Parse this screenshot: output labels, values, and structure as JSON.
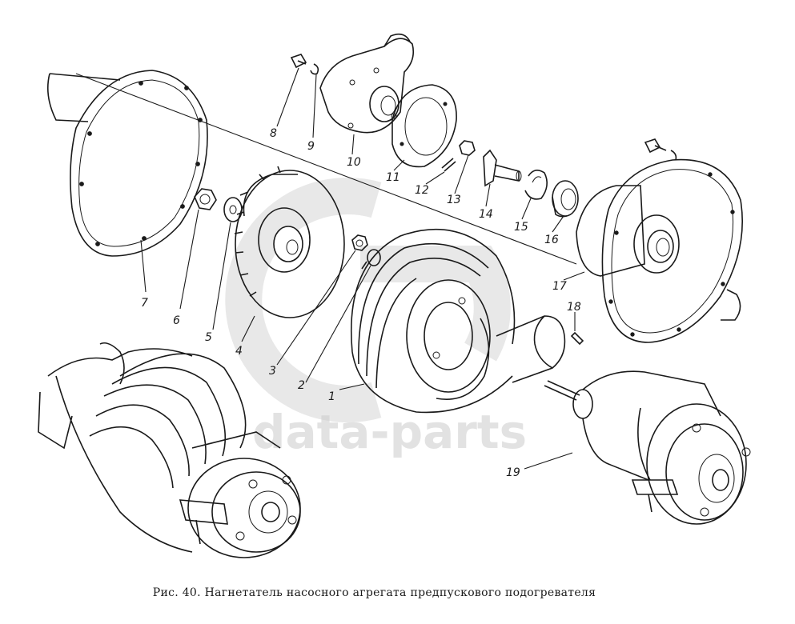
{
  "watermark": "data-parts",
  "callouts": [
    "1",
    "2",
    "3",
    "4",
    "5",
    "6",
    "7",
    "8",
    "9",
    "10",
    "11",
    "12",
    "13",
    "14",
    "15",
    "16",
    "17",
    "18",
    "19"
  ],
  "caption": "Рис. 40. Нагнетатель насосного агрегата предпускового подогревателя"
}
